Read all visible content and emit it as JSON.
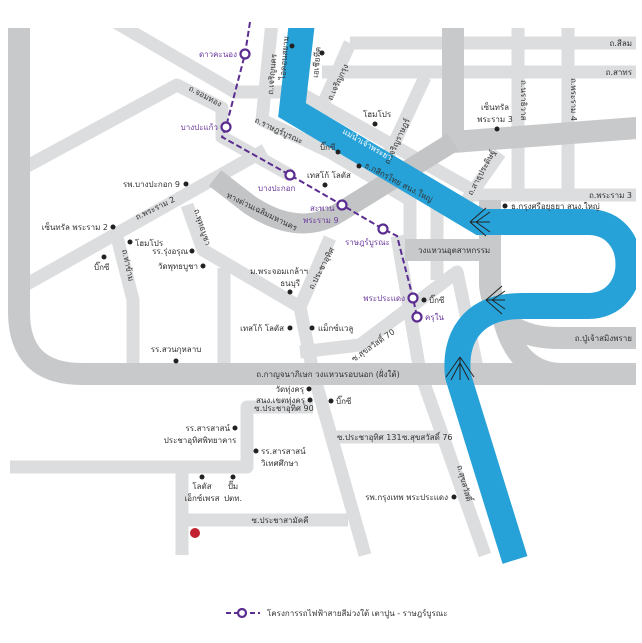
{
  "colors": {
    "river": "#27a2d8",
    "road": "#dcdddf",
    "major_road": "#c8c9cb",
    "purple_line": "#5b2d91",
    "destination": "#c0202f"
  },
  "roads": {
    "silom": "ถ.สีลม",
    "sathorn": "ถ.สาทร",
    "narathiwat": "ถ.นราธิวาส",
    "rama4": "ถ.พระราม 4",
    "rama3": "ถ.พระราม 3",
    "sathupradit": "ถ.สาธุประดิษฐ์",
    "charoenkrung": "ถ.เจริญกรุง",
    "charoenrat": "ถ.เจริญราษฎร์",
    "charoennakorn": "ถ.เจริญนคร",
    "ratburana": "ถ.ราษฎร์บูรณะ",
    "chomthong": "ถ.จอมทอง",
    "expressway": "ทางด่วนเฉลิมมหานคร",
    "rama2": "ถ.พระราม 2",
    "thakham": "ถ.ท่าข้าม",
    "phutthabucha": "ถ.พุทธบูชา",
    "prachauthit": "ถ.ประชาอุทิศ",
    "suksawat70": "ซ.สุขสวัสดิ์ 70",
    "industrial_ring": "วงแหวนอุตสาหกรรม",
    "puchao": "ถ.ปู่เจ้าสมิงพราย",
    "kanchanaphisek": "ถ.กาญจนาภิเษก วงแหวนรอบนอก (ฝั่งใต้)",
    "prachauthit90": "ซ.ประชาอุทิศ 90",
    "prachauthit131": "ซ.ประชาอุทิศ 131",
    "suksawat76": "ซ.สุขสวัสดิ์ 76",
    "suksawat": "ถ.สุขสวัสดิ์",
    "prachasamakkhi": "ซ.ประชาสามัคคี"
  },
  "river_label": "แม่น้ำเจ้าพระยา",
  "stations": [
    "ดาวคะนอง",
    "บางปะแก้ว",
    "บางปะกอก",
    "สะพาน",
    "พระราม 9",
    "ราษฎร์บูรณะ",
    "พระประแดง",
    "ครุใน"
  ],
  "places": {
    "central_rama3_1": "เซ็นทรัล",
    "central_rama3_2": "พระราม 3",
    "homepro1": "โฮมโปร",
    "asiatique": "เอเชียทีค",
    "iconsiam": "ไอคอนสยาม",
    "bigc1": "บิ๊กซี",
    "kbank": "ธ.กสิกรไทย สนง.ใหญ่",
    "tesco1": "เทสโก้ โลตัส",
    "krungsri": "ธ.กรุงศรีอยุธยา สนง.ใหญ่",
    "bangpakok_hosp": "รพ.บางปะกอก 9",
    "central_rama2": "เซ็นทรัล พระราม 2",
    "homepro2": "โฮมโปร",
    "bigc2": "บิ๊กซี",
    "rungarun": "รร.รุ่งอรุณ",
    "wat_phutthabucha": "วัดพุทธบูชา",
    "kmutt1": "ม.พระจอมเกล้าฯ",
    "kmutt2": "ธนบุรี",
    "tesco2": "เทสโก้ โลตัส",
    "maxvalu": "แม็กซ์แวลู",
    "bigc3": "บิ๊กซี",
    "suankularb": "รร.สวนกุหลาบ",
    "wat_thungkhru": "วัดทุ่งครุ",
    "thungkhru_office": "สนง.เขตทุ่งครุ",
    "bigc4": "บิ๊กซี",
    "sarasas1_1": "รร.สารสาสน์",
    "sarasas1_2": "ประชาอุทิศพิทยาคาร",
    "sarasas2_1": "รร.สารสาสน์",
    "sarasas2_2": "วิเทศศึกษา",
    "bangkok_hosp": "รพ.กรุงเทพ พระประแดง",
    "lotus_express1": "โลตัส",
    "lotus_express2": "เอ็กซ์เพรส",
    "ptt1": "ปั๊ม",
    "ptt2": "ปตท."
  },
  "legend": {
    "label": "โครงการรถไฟฟ้าสายสีม่วงใต้ เตาปูน - ราษฎร์บูรณะ",
    "icon": "purple-line-station-icon"
  }
}
